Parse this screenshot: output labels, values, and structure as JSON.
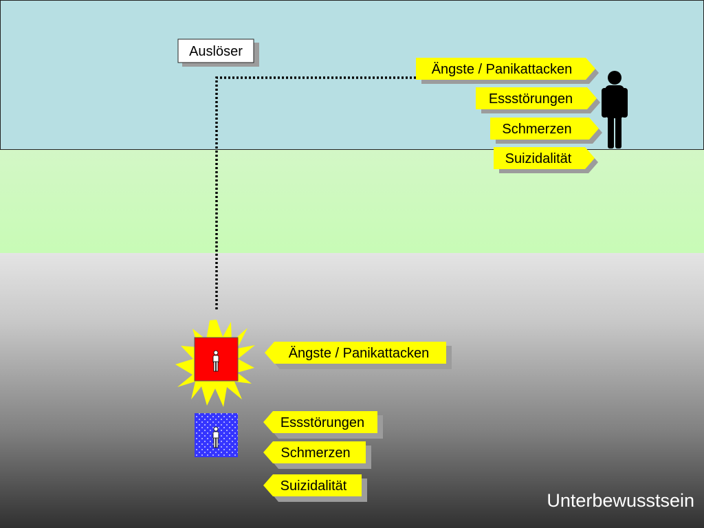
{
  "trigger_label": "Auslöser",
  "conscious_symptoms": [
    "Ängste / Panikattacken",
    "Essstörungen",
    "Schmerzen",
    "Suizidalität"
  ],
  "subconscious_symptoms": [
    "Ängste / Panikattacken",
    "Essstörungen",
    "Schmerzen",
    "Suizidalität"
  ],
  "subconscious_label": "Unterbewusstsein",
  "colors": {
    "conscious_band": "#b7dfe3",
    "middle_band": "#cdf9bd",
    "tag_fill": "#ffff00",
    "tag_shadow": "#9a9a9a",
    "burst_fill": "#ffff00",
    "red_box": "#ff0000",
    "blue_box": "#3333ff"
  },
  "icons": [
    "person-icon",
    "burst-icon"
  ]
}
